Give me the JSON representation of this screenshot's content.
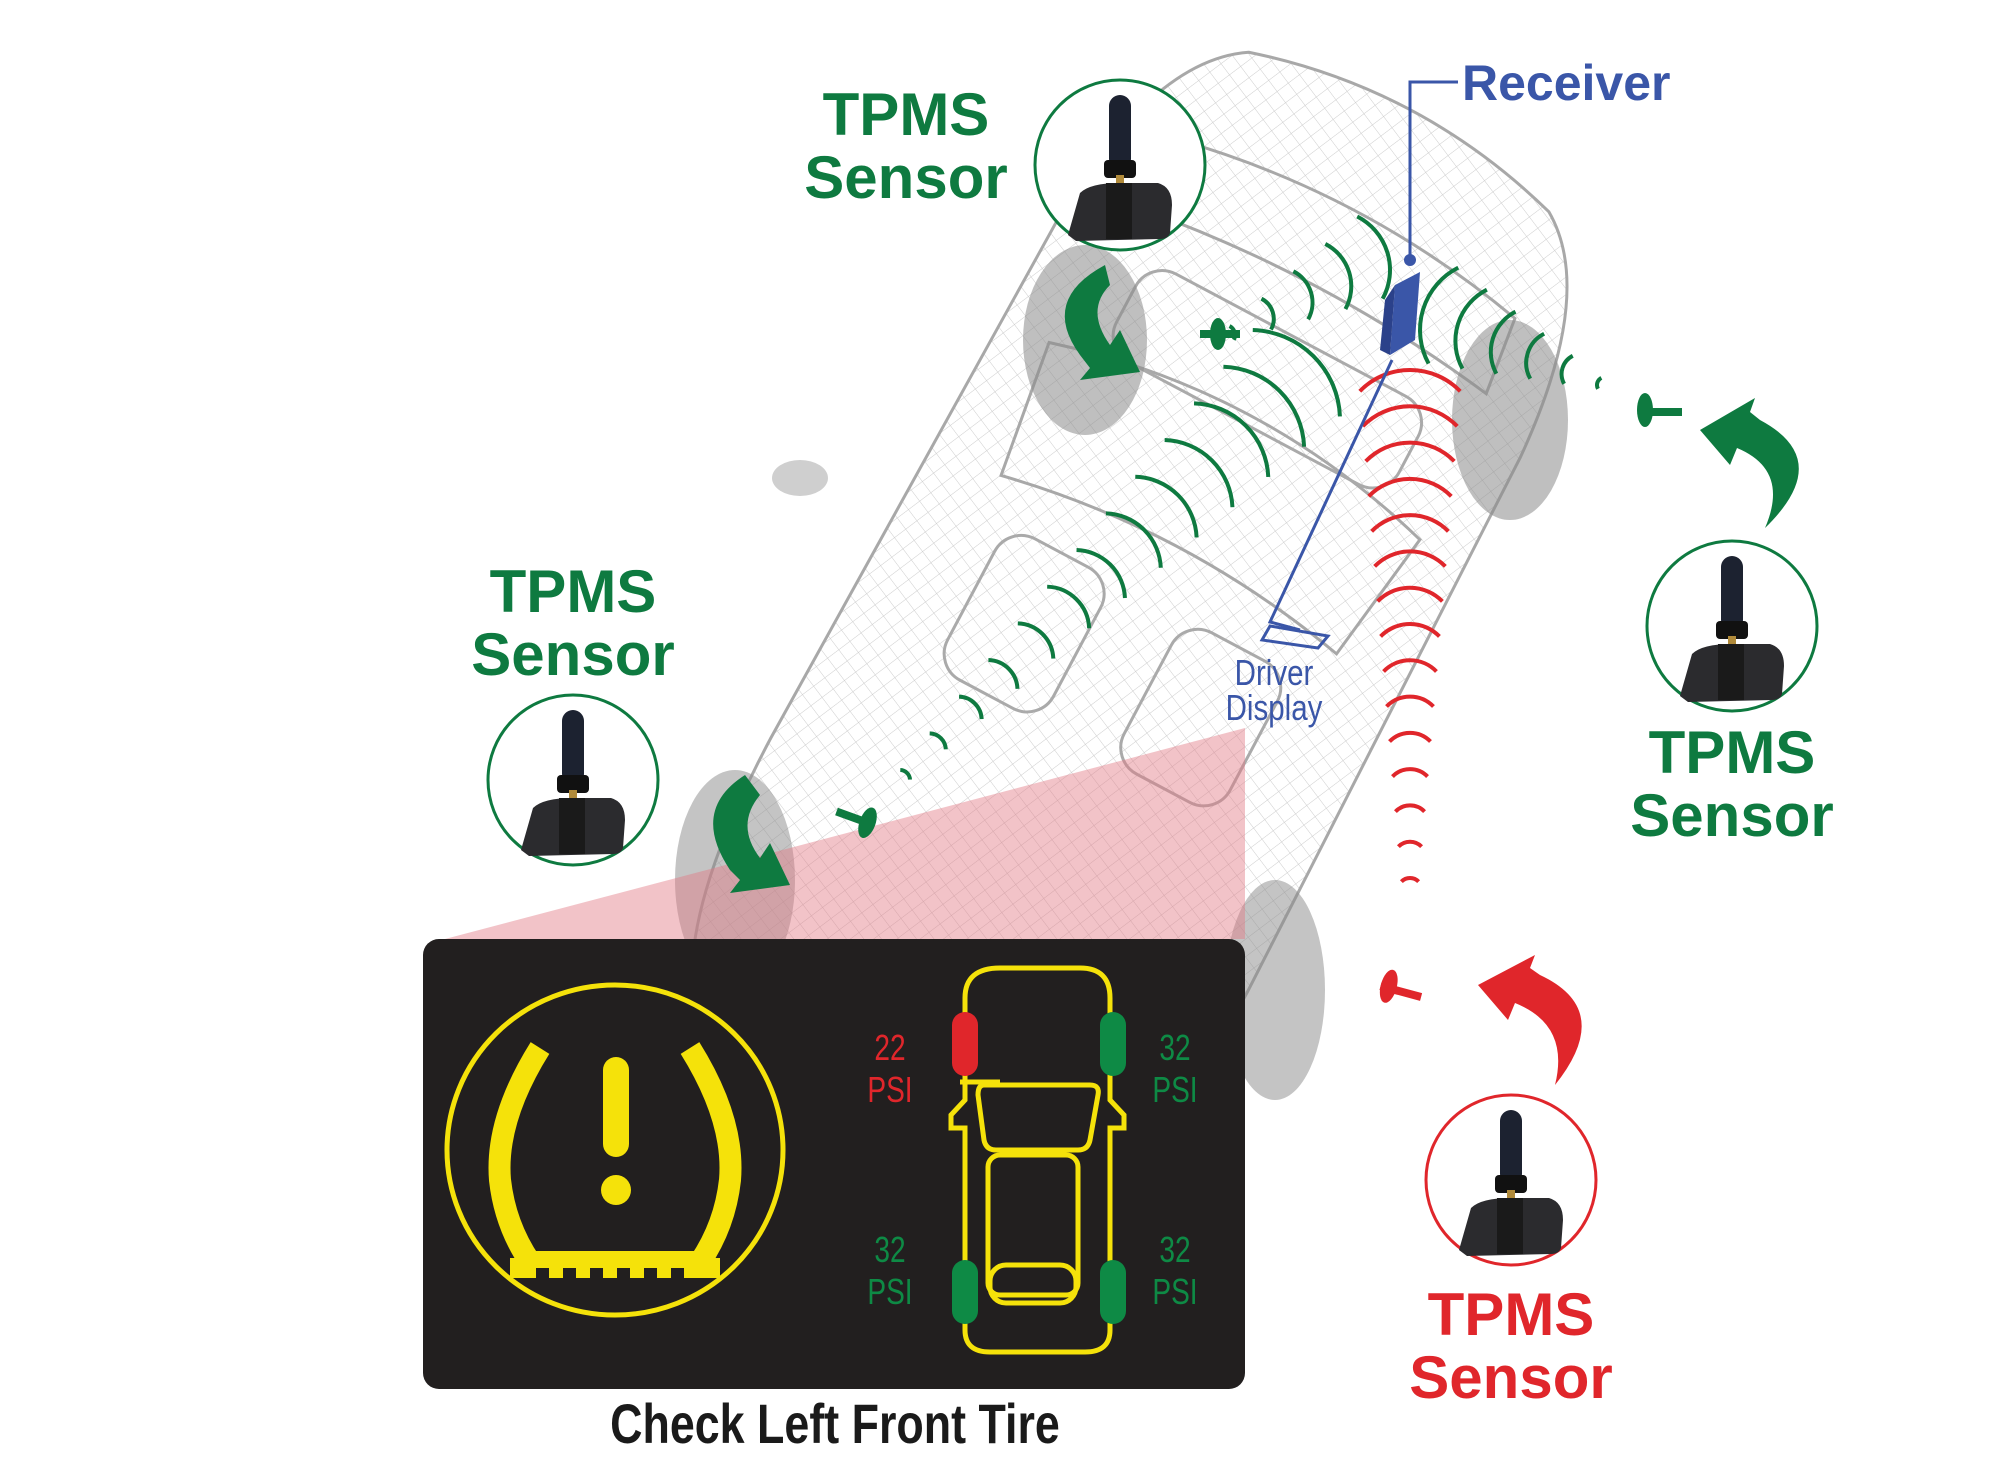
{
  "labels": {
    "sensor_top_left": [
      "TPMS",
      "Sensor"
    ],
    "sensor_front_left": [
      "TPMS",
      "Sensor"
    ],
    "sensor_top_right": [
      "TPMS",
      "Sensor"
    ],
    "sensor_front_right": [
      "TPMS",
      "Sensor"
    ],
    "receiver": "Receiver",
    "driver_display": [
      "Driver",
      "Display"
    ]
  },
  "dashboard": {
    "tires": {
      "front_left": {
        "value": "22",
        "unit": "PSI",
        "status": "low"
      },
      "front_right": {
        "value": "32",
        "unit": "PSI",
        "status": "ok"
      },
      "rear_left": {
        "value": "32",
        "unit": "PSI",
        "status": "ok"
      },
      "rear_right": {
        "value": "32",
        "unit": "PSI",
        "status": "ok"
      }
    },
    "caption": "Check Left Front Tire"
  },
  "colors": {
    "green": "#0e7a40",
    "red": "#e0262b",
    "blue": "#3a56a8",
    "yellow": "#f5e20a",
    "panel": "#221f1f",
    "wireframe": "#b8b8b8"
  }
}
